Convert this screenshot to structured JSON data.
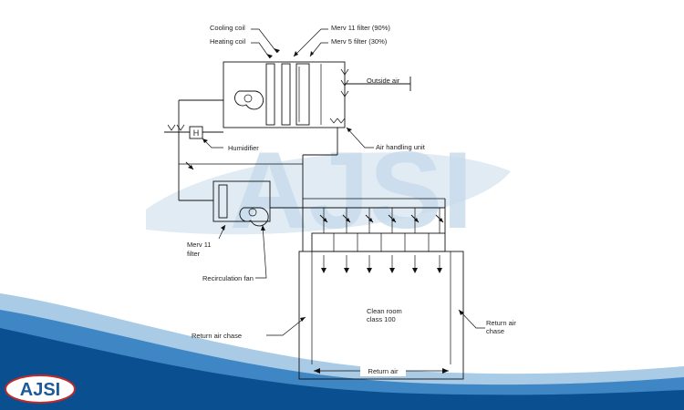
{
  "labels": {
    "cooling_coil": "Cooling coil",
    "heating_coil": "Heating coil",
    "merv11_filter_90": "Merv 11 filter (90%)",
    "merv5_filter_30": "Merv 5 filter (30%)",
    "outside_air": "Outside air",
    "humidifier": "Humidifier",
    "humidifier_symbol": "H",
    "air_handling_unit": "Air handling unit",
    "merv11_filter_line1": "Merv 11",
    "merv11_filter_line2": "filter",
    "recirculation_fan": "Recirculation fan",
    "clean_room_line1": "Clean room",
    "clean_room_line2": "class 100",
    "return_air_chase_left": "Return air chase",
    "return_air_chase_right_line1": "Return air",
    "return_air_chase_right_line2": "chase",
    "return_air": "Return air"
  },
  "watermark": {
    "text": "AJSI",
    "color": "#c9dcec"
  },
  "logo": {
    "text": "AJSI",
    "color": "#1c5a9a",
    "ring_color": "#c22a2a"
  },
  "colors": {
    "wave_dark": "#0a4f8f",
    "wave_mid": "#3f86c4",
    "wave_light": "#a9cbe6"
  }
}
